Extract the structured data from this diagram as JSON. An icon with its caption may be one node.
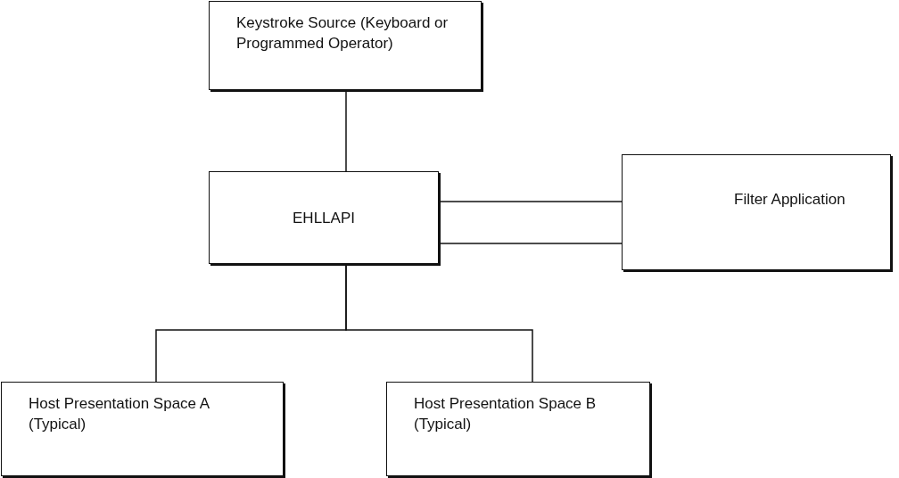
{
  "diagram": {
    "nodes": [
      {
        "text": [
          "Keystroke Source (Keyboard or Programmed Operator)"
        ]
      },
      {
        "text": [
          "EHLLAPI"
        ]
      },
      {
        "text": [
          "Filter Application"
        ]
      },
      {
        "text": [
          "Host Presentation Space A (Typical)"
        ]
      },
      {
        "text": [
          "Host Presentation Space B (Typical)"
        ]
      }
    ],
    "edges": [
      {
        "from": 0,
        "to": 1,
        "arrow": "none"
      },
      {
        "from": 1,
        "to": 2,
        "arrow": "none"
      },
      {
        "from": 1,
        "to": 2,
        "arrow": "none"
      },
      {
        "from": 1,
        "to": 3,
        "arrow": "none"
      },
      {
        "from": 1,
        "to": 4,
        "arrow": "none"
      }
    ]
  }
}
